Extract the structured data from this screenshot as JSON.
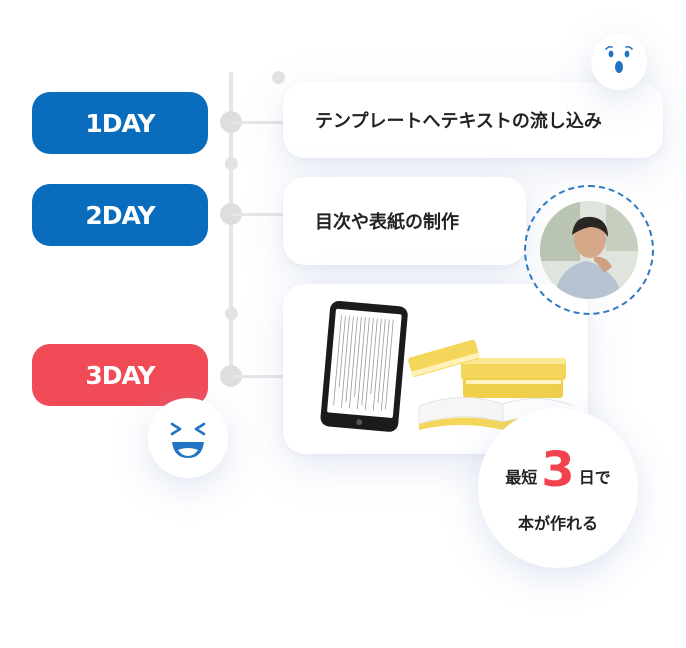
{
  "colors": {
    "day_blue": "#0a6cbc",
    "day_red": "#f24b58",
    "accent_red": "#f3434f",
    "dashed_ring": "#2f79c2",
    "book_yellow": "#f4d75a"
  },
  "timeline": [
    {
      "day": "1DAY",
      "task": "テンプレートへテキストの流し込み"
    },
    {
      "day": "2DAY",
      "task": "目次や表紙の制作"
    },
    {
      "day": "3DAY",
      "task": ""
    }
  ],
  "badge": {
    "prefix": "最短",
    "number": "3",
    "suffix": "日で",
    "line2": "本が作れる"
  },
  "icons": {
    "surprised": "surprised-face-icon",
    "laughing": "laughing-face-icon",
    "person_photo": "person-photo",
    "tablet_books": "tablet-and-books-illustration"
  }
}
